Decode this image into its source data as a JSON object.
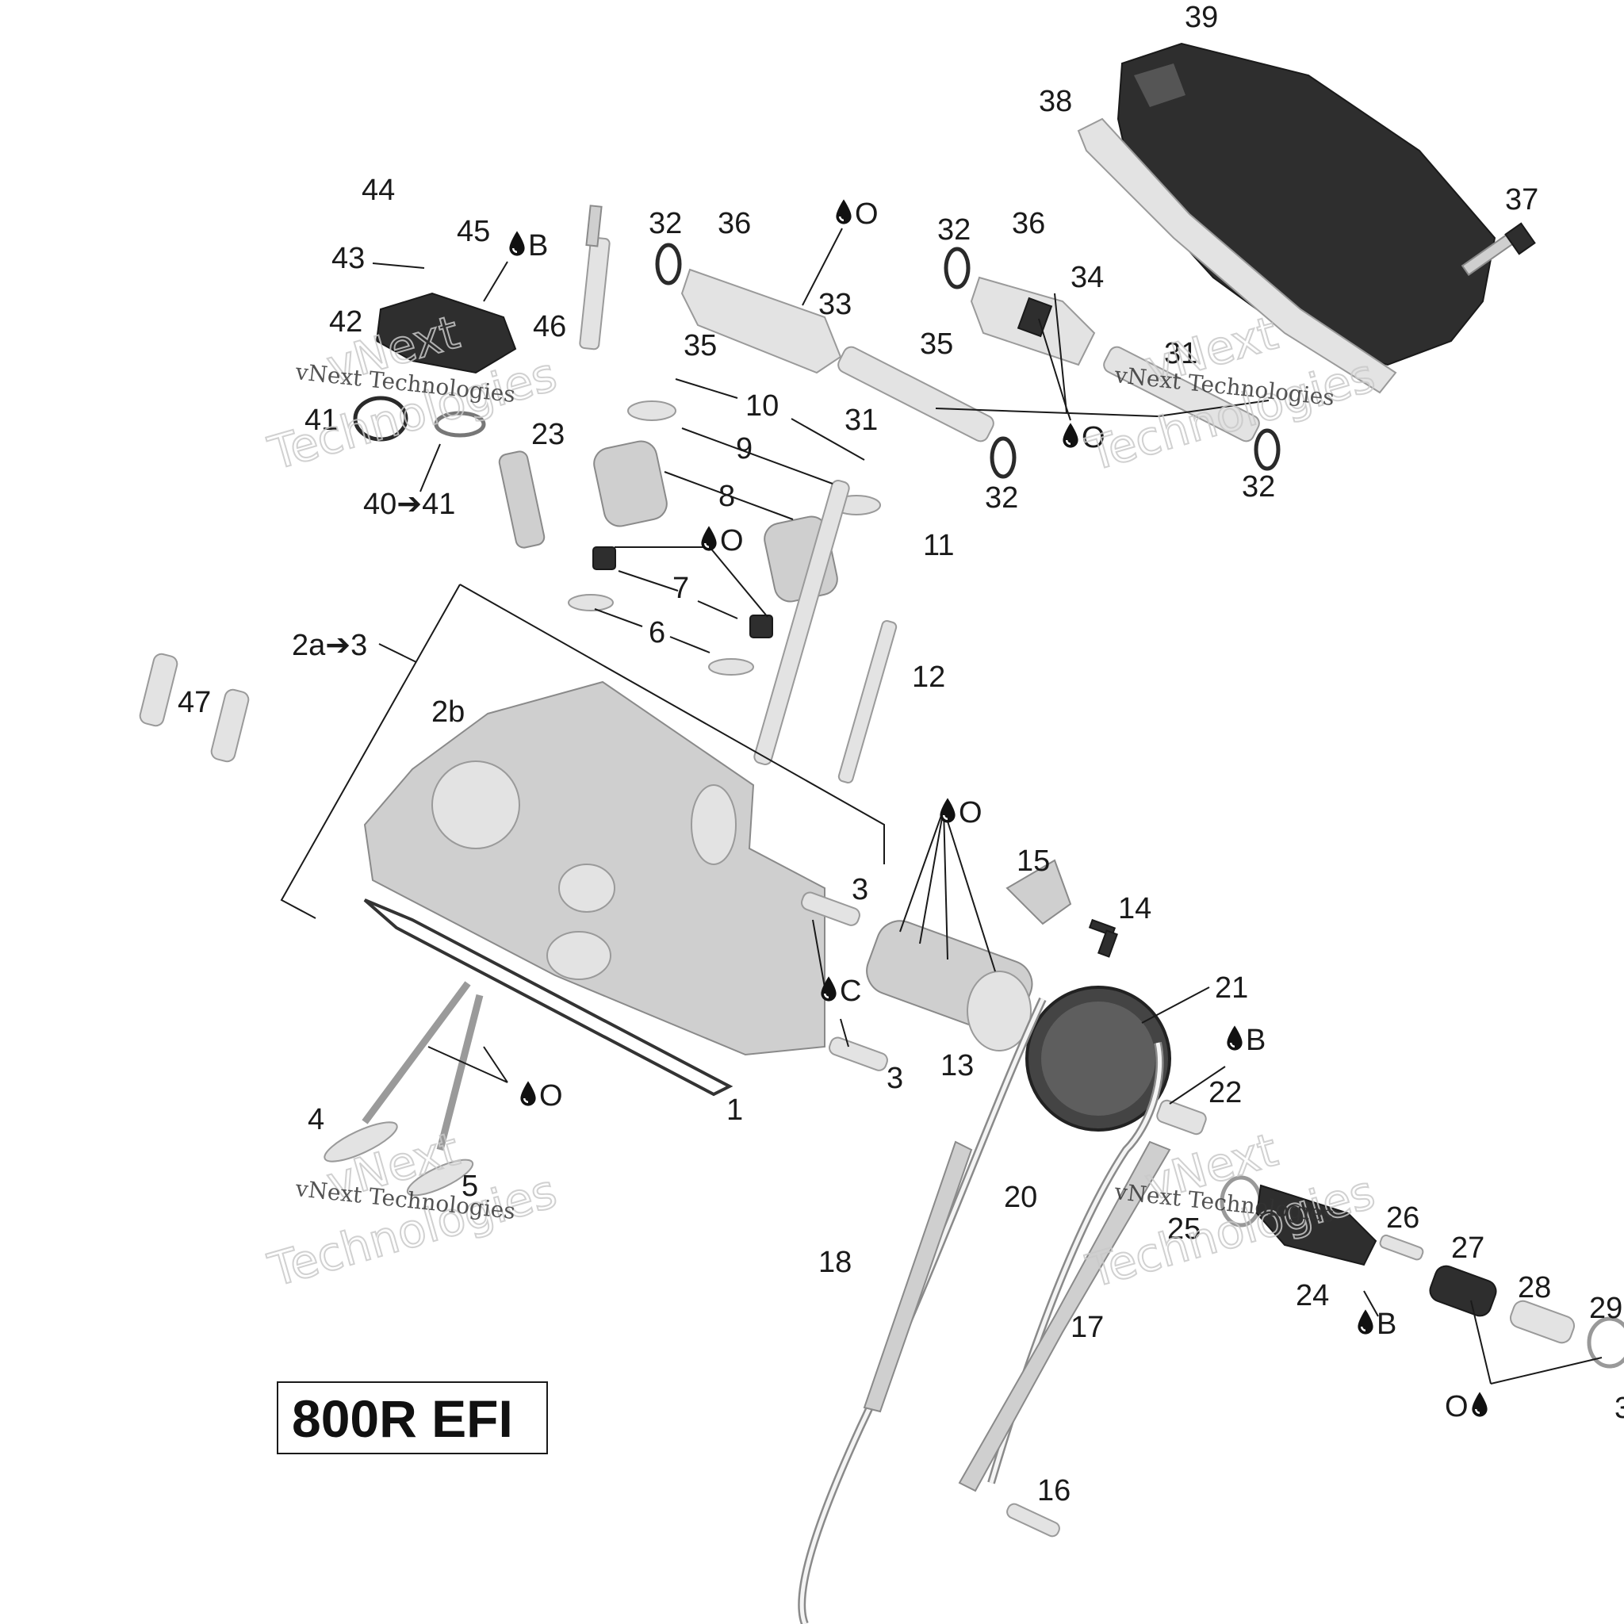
{
  "diagram": {
    "model_label": "800R EFI",
    "watermark": {
      "line1": "vNext Technologies",
      "outline_top": "vNext",
      "outline_bottom": "Technologies"
    },
    "lubricant_symbols": [
      "O",
      "B",
      "C"
    ],
    "callouts": [
      {
        "id": "c44",
        "text": "44"
      },
      {
        "id": "c43",
        "text": "43"
      },
      {
        "id": "c45",
        "text": "45"
      },
      {
        "id": "c42",
        "text": "42"
      },
      {
        "id": "c46",
        "text": "46"
      },
      {
        "id": "c41",
        "text": "41"
      },
      {
        "id": "c40",
        "text": "40➔41"
      },
      {
        "id": "c23",
        "text": "23"
      },
      {
        "id": "c32a",
        "text": "32"
      },
      {
        "id": "c36a",
        "text": "36"
      },
      {
        "id": "c33",
        "text": "33"
      },
      {
        "id": "c35a",
        "text": "35"
      },
      {
        "id": "c10",
        "text": "10"
      },
      {
        "id": "c31a",
        "text": "31"
      },
      {
        "id": "c9",
        "text": "9"
      },
      {
        "id": "c8",
        "text": "8"
      },
      {
        "id": "c7",
        "text": "7"
      },
      {
        "id": "c6",
        "text": "6"
      },
      {
        "id": "c11",
        "text": "11"
      },
      {
        "id": "c12",
        "text": "12"
      },
      {
        "id": "c32b",
        "text": "32"
      },
      {
        "id": "c36b",
        "text": "36"
      },
      {
        "id": "c34",
        "text": "34"
      },
      {
        "id": "c35b",
        "text": "35"
      },
      {
        "id": "c31b",
        "text": "31"
      },
      {
        "id": "c32c",
        "text": "32"
      },
      {
        "id": "c32d",
        "text": "32"
      },
      {
        "id": "c39",
        "text": "39"
      },
      {
        "id": "c38",
        "text": "38"
      },
      {
        "id": "c37",
        "text": "37"
      },
      {
        "id": "c2a",
        "text": "2a➔3"
      },
      {
        "id": "c2b",
        "text": "2b"
      },
      {
        "id": "c47",
        "text": "47"
      },
      {
        "id": "c3a",
        "text": "3"
      },
      {
        "id": "c3b",
        "text": "3"
      },
      {
        "id": "c13",
        "text": "13"
      },
      {
        "id": "c15",
        "text": "15"
      },
      {
        "id": "c14",
        "text": "14"
      },
      {
        "id": "c1",
        "text": "1"
      },
      {
        "id": "c4",
        "text": "4"
      },
      {
        "id": "c5",
        "text": "5"
      },
      {
        "id": "c21",
        "text": "21"
      },
      {
        "id": "c22",
        "text": "22"
      },
      {
        "id": "c20",
        "text": "20"
      },
      {
        "id": "c18",
        "text": "18"
      },
      {
        "id": "c17",
        "text": "17"
      },
      {
        "id": "c16",
        "text": "16"
      },
      {
        "id": "c25",
        "text": "25"
      },
      {
        "id": "c24",
        "text": "24"
      },
      {
        "id": "c26",
        "text": "26"
      },
      {
        "id": "c27",
        "text": "27"
      },
      {
        "id": "c28",
        "text": "28"
      },
      {
        "id": "c29",
        "text": "29"
      },
      {
        "id": "c30",
        "text": "3"
      }
    ]
  }
}
